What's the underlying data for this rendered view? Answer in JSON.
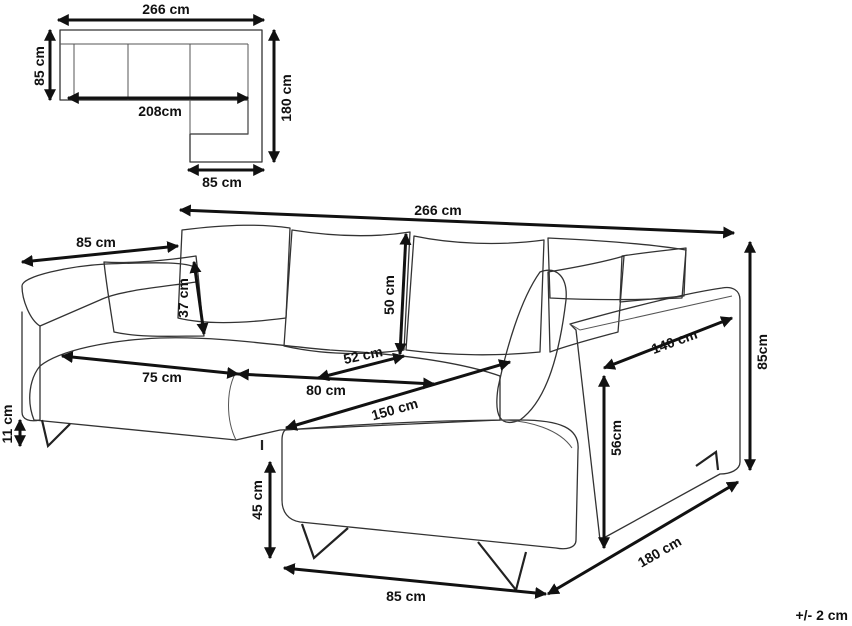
{
  "top_view": {
    "width": "266 cm",
    "depth": "85 cm",
    "inner_width": "208cm",
    "length": "180 cm",
    "chaise_width": "85 cm"
  },
  "main_view": {
    "total_width": "266 cm",
    "arm_depth": "85 cm",
    "cushion_height": "37 cm",
    "back_height": "50 cm",
    "seat_depth": "52 cm",
    "seat_width_left": "75 cm",
    "seat_width_middle": "80 cm",
    "chaise_length": "150 cm",
    "leg_height": "11 cm",
    "seat_height": "45 cm",
    "arm_length": "140 cm",
    "arm_height": "56cm",
    "total_height": "85cm",
    "chaise_depth": "180 cm",
    "chaise_front": "85 cm"
  },
  "tolerance": "+/- 2 cm"
}
